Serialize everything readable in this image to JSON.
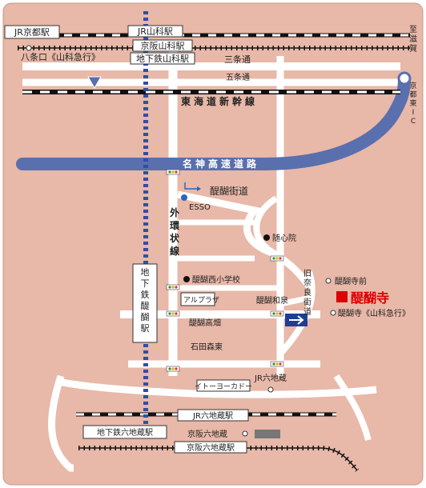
{
  "map": {
    "colors": {
      "background": "#e8b8a8",
      "road": "#ffffff",
      "expressway": "#5a6fae",
      "subway": "#2e4fa8",
      "rail": "#111111",
      "temple": "#dd0000",
      "text": "#222222"
    },
    "stations": {
      "jr_kyoto": "JR京都駅",
      "jr_yamashina": "JR山科駅",
      "keihan_yamashina": "京阪山科駅",
      "subway_yamashina": "地下鉄山科駅",
      "hachijoguchi": "八条口《山科急行》",
      "subway_daigo": "地下鉄醍醐駅",
      "jr_rokujizo_station": "JR六地蔵駅",
      "subway_rokujizo": "地下鉄六地蔵駅",
      "keihan_rokujizo_station": "京阪六地蔵駅",
      "keihan_rokujizo_stop": "京阪六地蔵",
      "jr_rokujizo_stop": "JR六地蔵"
    },
    "roads": {
      "sanjo": "三条通",
      "gojo": "五条通",
      "shinkansen": "東海道新幹線",
      "meishin": "名神高速道路",
      "daigo_kaido": "醍醐街道",
      "gaikan": "外環状線",
      "narakaido": "旧奈良街道",
      "to_shiga": "至滋賀",
      "kyoto_higashi_ic": "京都東IC"
    },
    "places": {
      "esso": "ESSO",
      "zuishinin": "随心院",
      "daigo_nishi_school": "醍醐西小学校",
      "alplaza": "アルプラザ",
      "daigo_izumi": "醍醐和泉",
      "daigo_kota": "醍醐高畑",
      "ishida_morihigashi": "石田森東",
      "itoyokado": "イトーヨーカドー",
      "daigoji_mae": "醍醐寺前",
      "daigoji_bus": "醍醐寺《山科急行》"
    },
    "temple_label": "醍醐寺"
  }
}
